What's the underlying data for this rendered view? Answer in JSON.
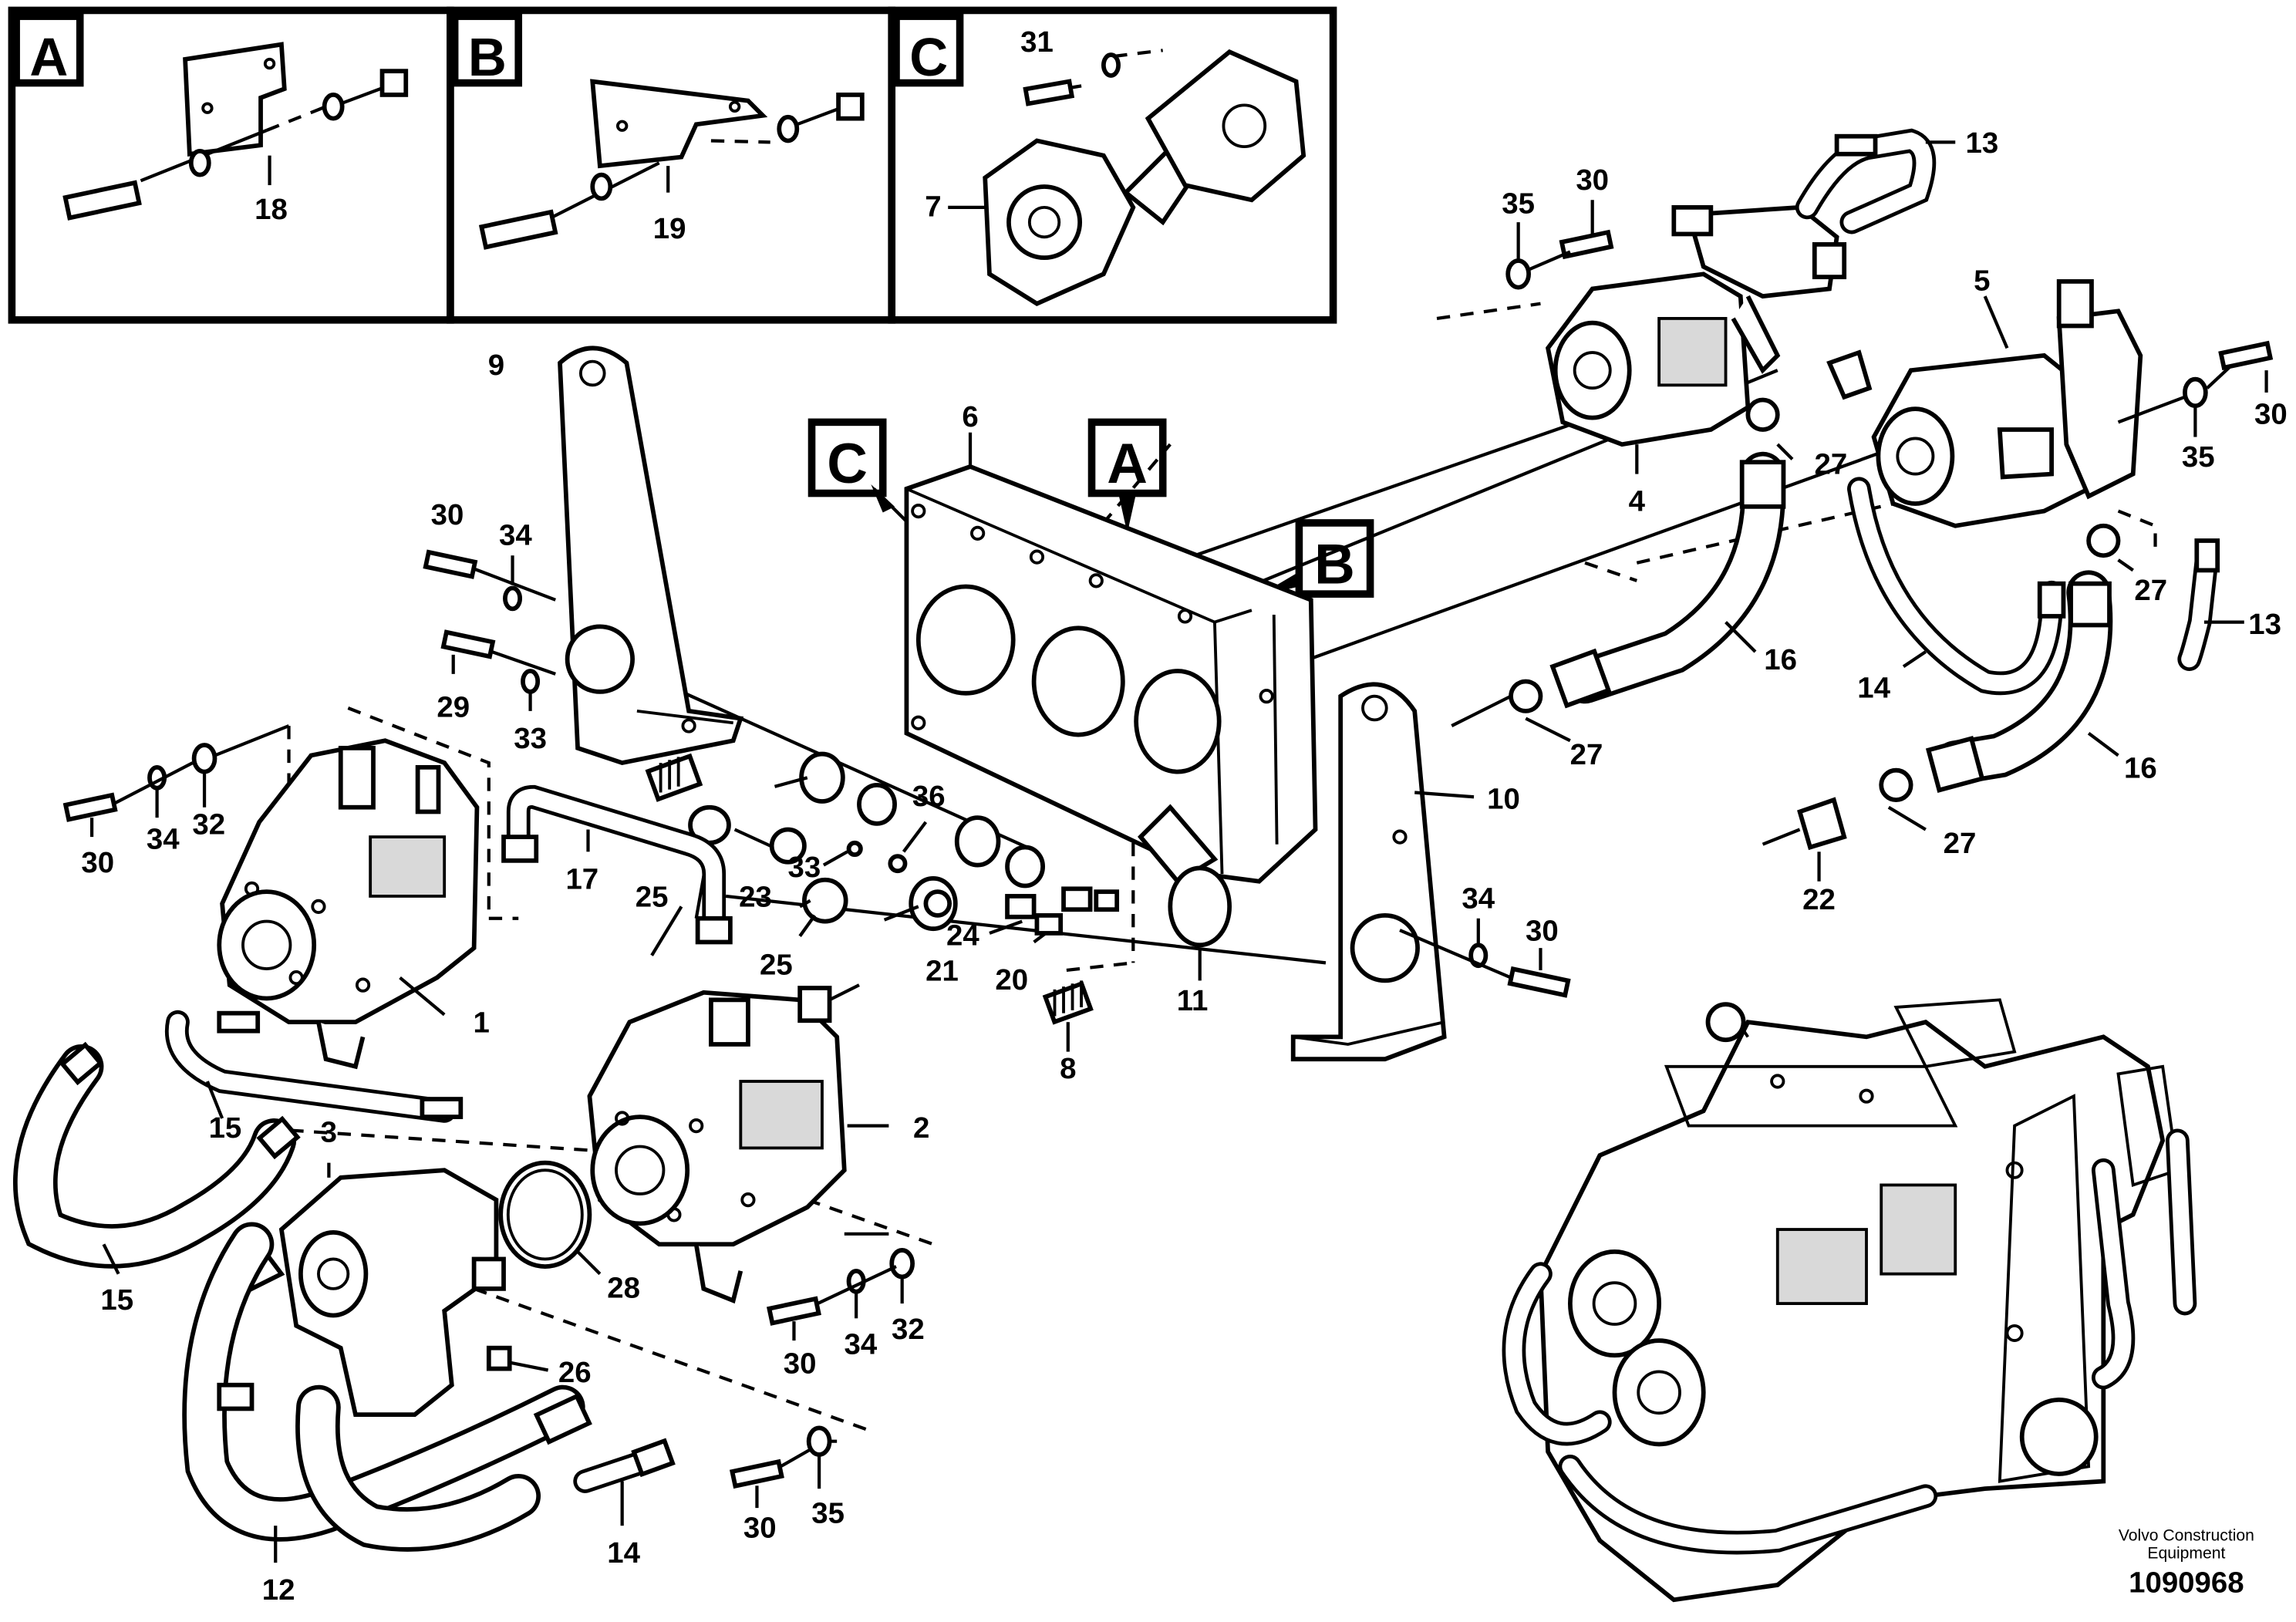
{
  "inset_boxes": [
    {
      "label": "A",
      "item": "18"
    },
    {
      "label": "B",
      "item": "19"
    },
    {
      "label": "C",
      "item": "31",
      "item2": "7"
    }
  ],
  "view_labels": {
    "c": "C",
    "a": "A",
    "b": "B"
  },
  "callouts": {
    "n1": "1",
    "n2": "2",
    "n3": "3",
    "n4": "4",
    "n5": "5",
    "n6": "6",
    "n8": "8",
    "n9": "9",
    "n10": "10",
    "n11": "11",
    "n12": "12",
    "n13a": "13",
    "n13b": "13",
    "n14a": "14",
    "n14b": "14",
    "n15a": "15",
    "n15b": "15",
    "n16a": "16",
    "n16b": "16",
    "n17": "17",
    "n20": "20",
    "n21": "21",
    "n22": "22",
    "n23": "23",
    "n24": "24",
    "n25a": "25",
    "n25b": "25",
    "n26": "26",
    "n27a": "27",
    "n27b": "27",
    "n27c": "27",
    "n27d": "27",
    "n28": "28",
    "n29": "29",
    "n30a": "30",
    "n30b": "30",
    "n30c": "30",
    "n30d": "30",
    "n30e": "30",
    "n30f": "30",
    "n30g": "30",
    "n32a": "32",
    "n32b": "32",
    "n33a": "33",
    "n33b": "33",
    "n34a": "34",
    "n34b": "34",
    "n34c": "34",
    "n34d": "34",
    "n35a": "35",
    "n35b": "35",
    "n35c": "35",
    "n36": "36"
  },
  "footer": {
    "credit_line1": "Volvo Construction",
    "credit_line2": "Equipment",
    "doc_number": "1090968"
  }
}
